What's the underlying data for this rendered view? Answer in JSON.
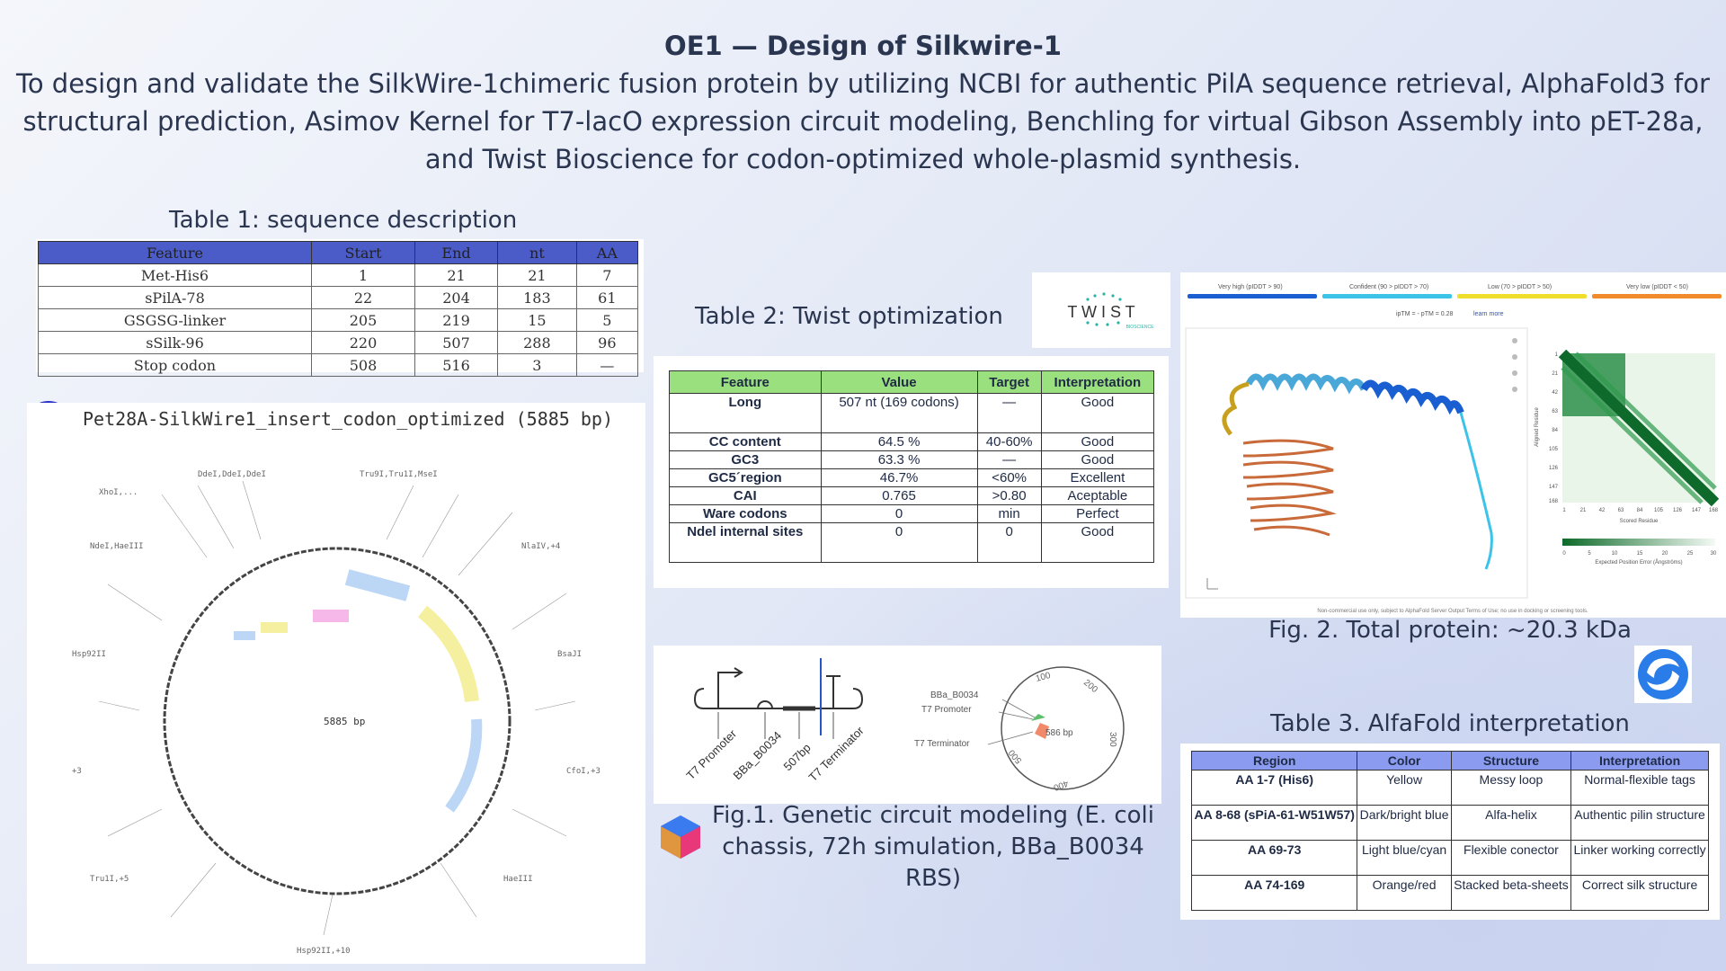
{
  "header": {
    "title": "OE1 — Design of Silkwire-1",
    "subtitle": "To design and validate the SilkWire-1chimeric fusion protein by utilizing NCBI for authentic PilA sequence retrieval, AlphaFold3 for structural prediction, Asimov Kernel for T7-lacO expression circuit modeling, Benchling for virtual Gibson Assembly into pET-28a, and Twist Bioscience for codon-optimized whole-plasmid synthesis."
  },
  "table1": {
    "caption": "Table 1: sequence description",
    "headers": [
      "Feature",
      "Start",
      "End",
      "nt",
      "AA"
    ],
    "rows": [
      [
        "Met-His6",
        "1",
        "21",
        "21",
        "7"
      ],
      [
        "sPilA-78",
        "22",
        "204",
        "183",
        "61"
      ],
      [
        "GSGSG-linker",
        "205",
        "219",
        "15",
        "5"
      ],
      [
        "sSilk-96",
        "220",
        "507",
        "288",
        "96"
      ],
      [
        "Stop codon",
        "508",
        "516",
        "3",
        "—"
      ]
    ]
  },
  "plasmid": {
    "title": "Pet28A-SilkWire1_insert_codon_optimized (5885 bp)",
    "center_label": "5885 bp"
  },
  "table2": {
    "caption": "Table 2: Twist optimization",
    "headers": [
      "Feature",
      "Value",
      "Target",
      "Interpretation"
    ],
    "rows": [
      [
        "Long",
        "507 nt (169 codons)",
        "—",
        "Good"
      ],
      [
        "CC content",
        "64.5 %",
        "40-60%",
        "Good"
      ],
      [
        "GC3",
        "63.3 %",
        "—",
        "Good"
      ],
      [
        "GC5´region",
        "46.7%",
        "<60%",
        "Excellent"
      ],
      [
        "CAI",
        "0.765",
        ">0.80",
        "Aceptable"
      ],
      [
        "Ware codons",
        "0",
        "min",
        "Perfect"
      ],
      [
        "Ndel internal sites",
        "0",
        "0",
        "Good"
      ]
    ]
  },
  "twist_logo": {
    "word": "T W I S T",
    "sub": "BIOSCIENCE"
  },
  "fig1": {
    "labels": [
      "T7 Promoter",
      "BBa_B0034",
      "507bp",
      "T7 Terminator"
    ],
    "map_labels": [
      "BBa_B0034",
      "T7 Promoter",
      "T7 Terminator",
      "586 bp"
    ],
    "ticks": [
      "100",
      "200",
      "300",
      "400",
      "500"
    ],
    "caption": "Fig.1. Genetic circuit modeling (E. coli chassis, 72h simulation, BBa_B0034 RBS)"
  },
  "alphafold": {
    "legend": [
      "Very high (pIDDT > 90)",
      "Confident (90 > pIDDT > 70)",
      "Low (70 > pIDDT > 50)",
      "Very low (pIDDT < 50)"
    ],
    "legend_colors": [
      "#1a5fd1",
      "#3cc3e8",
      "#f0df2a",
      "#f08a2a"
    ],
    "metrics": "ipTM = -   pTM = 0.28",
    "learn_more": "learn more",
    "y_ticks": [
      "1",
      "21",
      "42",
      "63",
      "84",
      "105",
      "126",
      "147",
      "168"
    ],
    "x_ticks": [
      "1",
      "21",
      "42",
      "63",
      "84",
      "105",
      "126",
      "147",
      "168"
    ],
    "x_label": "Scored Residue",
    "y_label": "Aligned Residue",
    "pae_ticks": [
      "0",
      "5",
      "10",
      "15",
      "20",
      "25",
      "30"
    ],
    "pae_label": "Expected Position Error (Ångströms)",
    "footer": "Non-commercial use only, subject to AlphaFold Server Output Terms of Use; no use in docking or screening tools."
  },
  "fig2": {
    "caption": "Fig. 2. Total protein: ~20.3 kDa"
  },
  "table3": {
    "caption": "Table 3. AlfaFold interpretation",
    "headers": [
      "Region",
      "Color",
      "Structure",
      "Interpretation"
    ],
    "rows": [
      [
        "AA 1-7 (His6)",
        "Yellow",
        "Messy loop",
        "Normal-flexible tags"
      ],
      [
        "AA 8-68 (sPiA-61-W51W57)",
        "Dark/bright blue",
        "Alfa-helix",
        "Authentic pilin structure"
      ],
      [
        "AA 69-73",
        "Light blue/cyan",
        "Flexible conector",
        "Linker working correctly"
      ],
      [
        "AA 74-169",
        "Orange/red",
        "Stacked beta-sheets",
        "Correct silk structure"
      ]
    ]
  }
}
